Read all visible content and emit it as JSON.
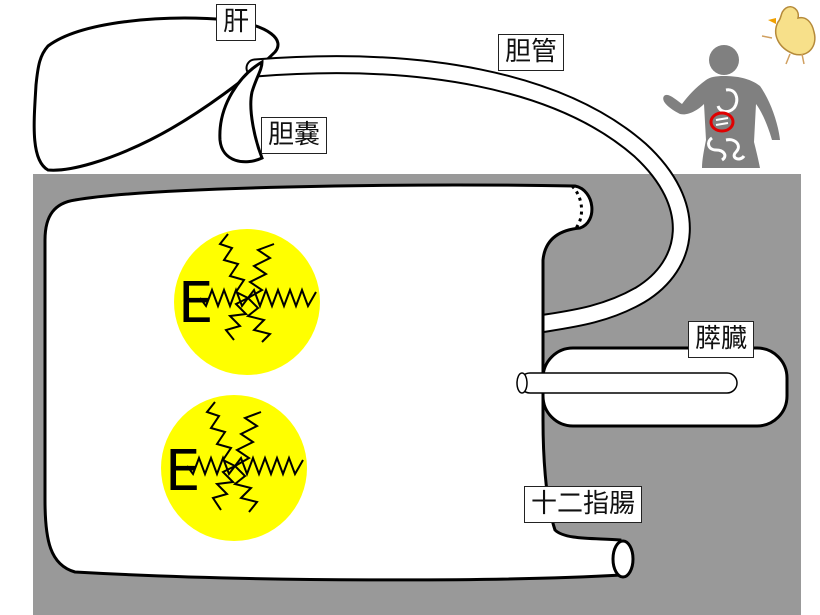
{
  "labels": {
    "liver": "肝",
    "bile_duct": "胆管",
    "gallbladder": "胆嚢",
    "pancreas": "膵臓",
    "duodenum": "十二指腸"
  },
  "fat_molecules": [
    {
      "letter": "E"
    },
    {
      "letter": "E"
    }
  ],
  "colors": {
    "background_panel": "#999999",
    "organ_fill": "#ffffff",
    "outline": "#000000",
    "fat_droplet": "#ffff00",
    "body_silhouette": "#808080",
    "highlight_ring": "#e00000"
  }
}
